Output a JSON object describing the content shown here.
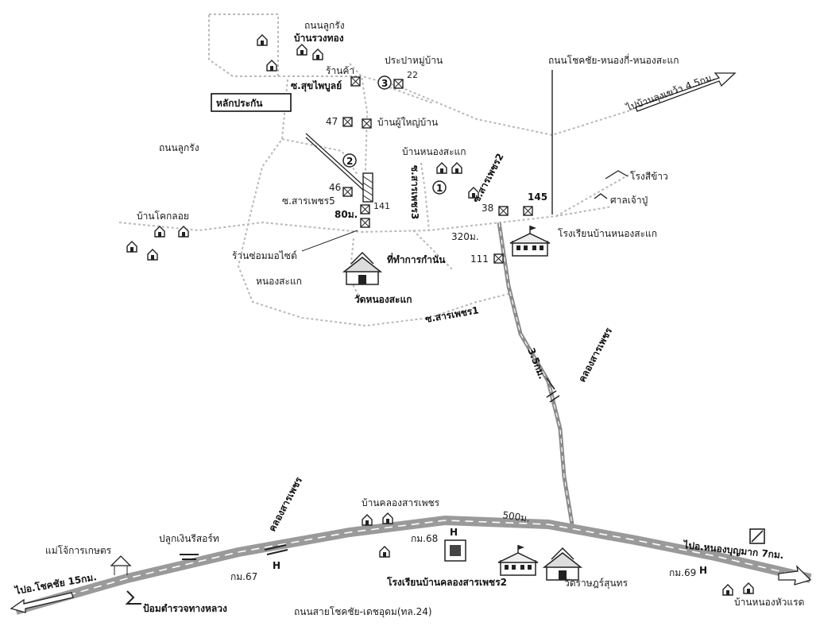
{
  "labels": {
    "road_lookrang_top": "ถนนลูกรัง",
    "ban_ruangthong": "บ้านรวงทอง",
    "ran_kha": "ร้านค้า",
    "prapa": "ประปาหมู่บ้าน",
    "num_22": "22",
    "soi_suksai": "ซ.สุขไพบูลย์",
    "lak_prakan": "หลักประกัน",
    "num_47": "47",
    "ban_phuyai": "บ้านผู้ใหญ่บ้าน",
    "road_chokchai": "ถนนโชคชัย-หนองกี่-หนองสะแก",
    "to_ban_lung": "ไปบ้านลุงเขว้า 4.5กม.",
    "road_lookrang_left": "ถนนลูกรัง",
    "ban_nongsakae": "บ้านหนองสะแก",
    "soi_sarapet3": "ซ.สารเพชร3",
    "soi_sarapet2": "ซ.สารเพชร2",
    "num_145": "145",
    "rong_si_khao": "โรงสีข้าว",
    "san_chao_pu": "ศาลเจ้าปู่",
    "num_46": "46",
    "soi_sarapet5": "ซ.สารเพชร5",
    "num_141": "141",
    "num_38": "38",
    "ban_khoklouy": "บ้านโคกลอย",
    "dist_80": "80ม.",
    "dist_320": "320ม.",
    "school_nongsakae": "โรงเรียนบ้านหนองสะแก",
    "ran_som": "ร้านซ่อมมอไซต์",
    "thi_tham_kan": "ที่ทำการกำนัน",
    "num_111": "111",
    "nong_sakae": "หนองสะแก",
    "wat_nongsakae": "วัดหนองสะแก",
    "soi_sarapet1": "ซ.สารเพชร1",
    "khlong_sarapet": "คลองสารเพชร",
    "dist_35": "3.5กม.",
    "ban_khlong_sarapet": "บ้านคลองสารเพชร",
    "dist_500": "500ม.",
    "khlong_sarapet_lower": "คลองสารเพชร",
    "plook_ngoen": "ปลูกเงินรีสอร์ท",
    "km_68": "กม.68",
    "to_nongbunmak": "ไปอ.หนองบุญมาก 7กม.",
    "mae_jo": "แม่โจ้การเกษตร",
    "km_69": "กม.69",
    "to_chokchai": "ไปอ.โชคชัย 15กม.",
    "km_67": "กม.67",
    "school_khlong": "โรงเรียนบ้านคลองสารเพชร2",
    "wat_rat": "วัดราษฎร์สุนทร",
    "ban_nonghuaraet": "บ้านหนองหัวแรด",
    "pom_tamruat": "ป้อมตำรวจทางหลวง",
    "road_main": "ถนนสายโชคชัย-เดชอุดม(ทล.24)",
    "circle_1": "1",
    "circle_2": "2",
    "circle_3": "3"
  },
  "colors": {
    "ink": "#1a1a1a",
    "road_major": "#8a8a8a",
    "road_minor": "#b8b8b8",
    "paper": "#ffffff"
  },
  "icons": [
    "house-icon",
    "temple-icon",
    "school-icon",
    "plot-box-icon",
    "km-marker-icon",
    "arrow-icon"
  ]
}
